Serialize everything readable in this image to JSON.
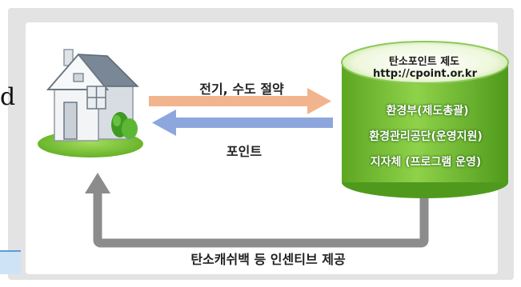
{
  "side_letter": "d",
  "arrows": {
    "top_label": "전기, 수도 절약",
    "middle_label": "포인트",
    "bottom_label": "탄소캐쉬백 등 인센티브 제공"
  },
  "cylinder": {
    "title": "탄소포인트 제도",
    "url": "http://cpoint.or.kr",
    "items": [
      "환경부(제도총괄)",
      "환경관리공단(운영지원)",
      "지자체 (프로그램 운영)"
    ]
  },
  "colors": {
    "frame": "#e3e3e3",
    "arrow_orange": "#f2b48c",
    "arrow_blue": "#8ea6de",
    "arrow_gray": "#8c8c8c",
    "cylinder_green": "#7cc23c",
    "lawn_green": "#7dc83a"
  }
}
